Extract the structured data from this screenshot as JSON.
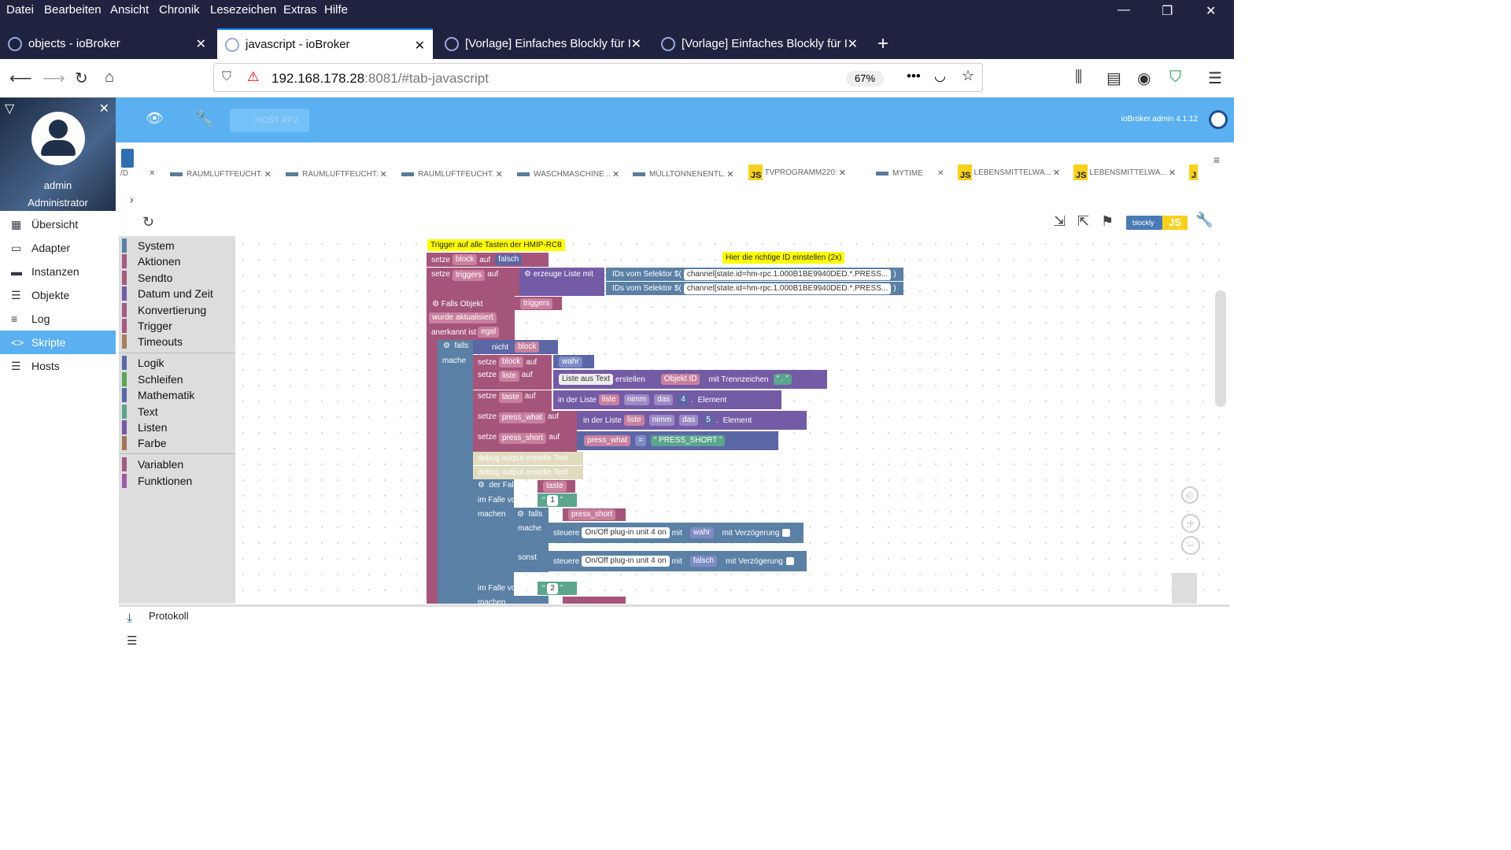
{
  "browser": {
    "menu": [
      "Datei",
      "Bearbeiten",
      "Ansicht",
      "Chronik",
      "Lesezeichen",
      "Extras",
      "Hilfe"
    ],
    "tabs": [
      {
        "label": "objects - ioBroker"
      },
      {
        "label": "javascript - ioBroker"
      },
      {
        "label": "[Vorlage] Einfaches Blockly für I"
      },
      {
        "label": "[Vorlage] Einfaches Blockly für I"
      }
    ],
    "url_host": "192.168.178.28",
    "url_path": ":8081/#tab-javascript",
    "zoom": "67%"
  },
  "app": {
    "host_button": "HOST RP2",
    "version": "ioBroker.admin 4.1.12",
    "user_name": "admin",
    "user_role": "Administrator",
    "nav": [
      {
        "label": "Übersicht",
        "icon": "grid-icon"
      },
      {
        "label": "Adapter",
        "icon": "store-icon"
      },
      {
        "label": "Instanzen",
        "icon": "instances-icon"
      },
      {
        "label": "Objekte",
        "icon": "list-icon"
      },
      {
        "label": "Log",
        "icon": "log-icon"
      },
      {
        "label": "Skripte",
        "icon": "code-icon"
      },
      {
        "label": "Hosts",
        "icon": "hosts-icon"
      }
    ],
    "active_nav": "Skripte"
  },
  "script_tabs": [
    {
      "label": "/D",
      "type": "text"
    },
    {
      "label": "RAUMLUFTFEUCHT.",
      "type": "blockly"
    },
    {
      "label": "RAUMLUFTFEUCHT.",
      "type": "blockly"
    },
    {
      "label": "RAUMLUFTFEUCHT.",
      "type": "blockly"
    },
    {
      "label": "WASCHMASCHINE ..",
      "type": "blockly"
    },
    {
      "label": "MÜLLTONNENENTL.",
      "type": "blockly"
    },
    {
      "label": "TVPROGRAMM220:",
      "type": "js"
    },
    {
      "label": "MYTIME",
      "type": "blockly"
    },
    {
      "label": "LEBENSMITTELWA...",
      "type": "js"
    },
    {
      "label": "LEBENSMITTELWA...",
      "type": "js"
    }
  ],
  "toolbox": {
    "groups": [
      [
        {
          "label": "System",
          "color": "#5b80a5"
        },
        {
          "label": "Aktionen",
          "color": "#a55b80"
        },
        {
          "label": "Sendto",
          "color": "#a55b80"
        },
        {
          "label": "Datum und Zeit",
          "color": "#745ba5"
        },
        {
          "label": "Konvertierung",
          "color": "#a55b80"
        },
        {
          "label": "Trigger",
          "color": "#a55b80"
        },
        {
          "label": "Timeouts",
          "color": "#a5805b"
        }
      ],
      [
        {
          "label": "Logik",
          "color": "#5b67a5"
        },
        {
          "label": "Schleifen",
          "color": "#5ba55b"
        },
        {
          "label": "Mathematik",
          "color": "#5b67a5"
        },
        {
          "label": "Text",
          "color": "#5ba58c"
        },
        {
          "label": "Listen",
          "color": "#745ba5"
        },
        {
          "label": "Farbe",
          "color": "#a5745b"
        }
      ],
      [
        {
          "label": "Variablen",
          "color": "#a55b80"
        },
        {
          "label": "Funktionen",
          "color": "#995ba5"
        }
      ]
    ]
  },
  "editor": {
    "blockly_label": "blockly",
    "js_label": "JS",
    "comment1": "Trigger auf alle Tasten der HMIP-RC8",
    "comment2": "Hier die richtige ID einstellen (2x)",
    "rows": {
      "setze": "setze",
      "auf": "auf",
      "block": "block",
      "falsch": "falsch",
      "triggers": "triggers",
      "erzeuge": "erzeuge Liste mit",
      "ids_selector": "IDs vom Selektor $(",
      "selector1": "channel[state.id=hm-rpc.1.000B1BE9940DED.*.PRESS...",
      "selector2": "channel[state.id=hm-rpc.1.000B1BE9940DED.*.PRESS...",
      "paren": ")",
      "falls_objekt": "Falls Objekt",
      "wurde": "wurde aktualisiert",
      "anerkannt": "anerkannt ist",
      "egal": "egal",
      "falls": "falls",
      "nicht": "nicht",
      "mache": "mache",
      "wahr": "wahr",
      "liste": "liste",
      "liste_aus_text": "Liste aus Text",
      "erstellen": "erstellen",
      "objekt_id": "Objekt ID",
      "mit_trennzeichen": "mit Trennzeichen",
      "dot": ".",
      "taste": "taste",
      "in_der_liste": "in der Liste",
      "nimm": "nimm",
      "das": "das",
      "n4": "4",
      "n5": "5",
      "element": "Element",
      "press_what": "press_what",
      "press_short": "press_short",
      "eq": "=",
      "press_short_str": "PRESS_SHORT",
      "debug": "debug output erstelle Text",
      "der_fall_ist": "der Fall ist",
      "im_falle_von": "im Falle von",
      "one": "1",
      "two": "2",
      "machen": "machen",
      "steuere": "steuere",
      "plug": "On/Off plug-in unit 4 on",
      "mit": "mit",
      "mit_verz": "mit Verzögerung",
      "sonst": "sonst"
    }
  },
  "protokoll": "Protokoll"
}
